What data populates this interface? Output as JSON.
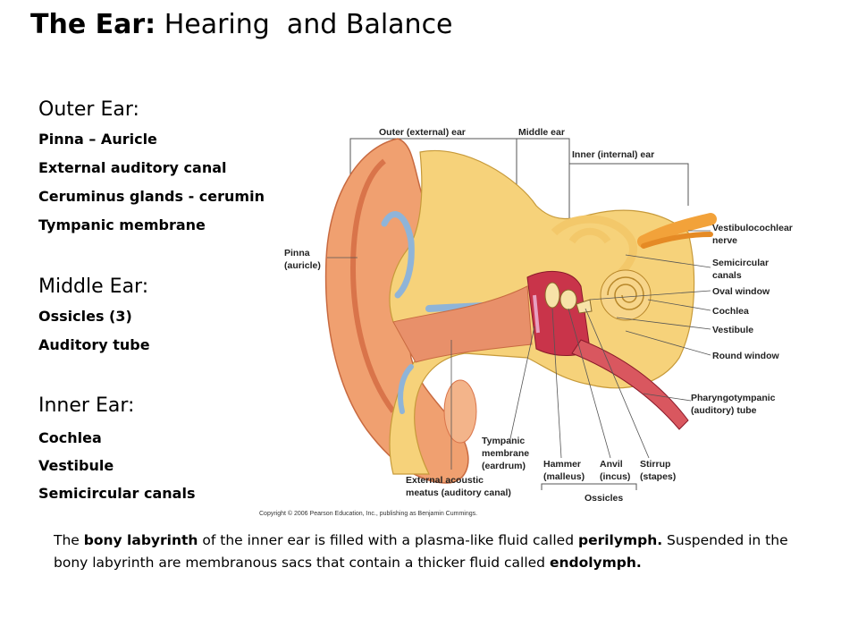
{
  "title": {
    "bold": "The Ear:",
    "rest": " Hearing  and Balance"
  },
  "outer": {
    "heading": "Outer Ear:",
    "items": [
      "Pinna – Auricle",
      "External auditory canal",
      "Ceruminus glands - cerumin",
      "Tympanic membrane"
    ]
  },
  "middle": {
    "heading": "Middle Ear:",
    "items": [
      "Ossicles  (3)",
      "Auditory tube"
    ]
  },
  "inner": {
    "heading": "Inner Ear:",
    "items": [
      "Cochlea",
      "Vestibule",
      "Semicircular canals"
    ]
  },
  "figure": {
    "labels": {
      "outer_ear": "Outer (external) ear",
      "middle_ear": "Middle ear",
      "inner_ear": "Inner (internal) ear",
      "pinna_1": "Pinna",
      "pinna_2": "(auricle)",
      "vestibulocochlear_1": "Vestibulocochlear",
      "vestibulocochlear_2": "nerve",
      "semicircular_1": "Semicircular",
      "semicircular_2": "canals",
      "oval_window": "Oval window",
      "cochlea": "Cochlea",
      "vestibule": "Vestibule",
      "round_window": "Round window",
      "pharyngo_1": "Pharyngotympanic",
      "pharyngo_2": "(auditory) tube",
      "tympanic_1": "Tympanic",
      "tympanic_2": "membrane",
      "tympanic_3": "(eardrum)",
      "hammer_1": "Hammer",
      "hammer_2": "(malleus)",
      "anvil_1": "Anvil",
      "anvil_2": "(incus)",
      "stirrup_1": "Stirrup",
      "stirrup_2": "(stapes)",
      "eam_1": "External acoustic",
      "eam_2": "meatus (auditory canal)",
      "ossicles": "Ossicles",
      "copyright": "Copyright © 2006 Pearson Education, Inc., publishing as Benjamin Cummings."
    },
    "colors": {
      "skin": "#f0a070",
      "skin_dark": "#d9744a",
      "cartilage": "#f6d27a",
      "bone": "#f3c86a",
      "canal_blue": "#8fb4d8",
      "red": "#c9344a",
      "nerve": "#f2a23a"
    }
  },
  "paragraph": {
    "p1": "The ",
    "b1": "bony labyrinth",
    "p2": " of the inner ear is filled with a plasma-like fluid called ",
    "b2": "perilymph.",
    "p3": " Suspended in the bony labyrinth are membranous sacs that contain a thicker fluid called ",
    "b3": "endolymph."
  }
}
